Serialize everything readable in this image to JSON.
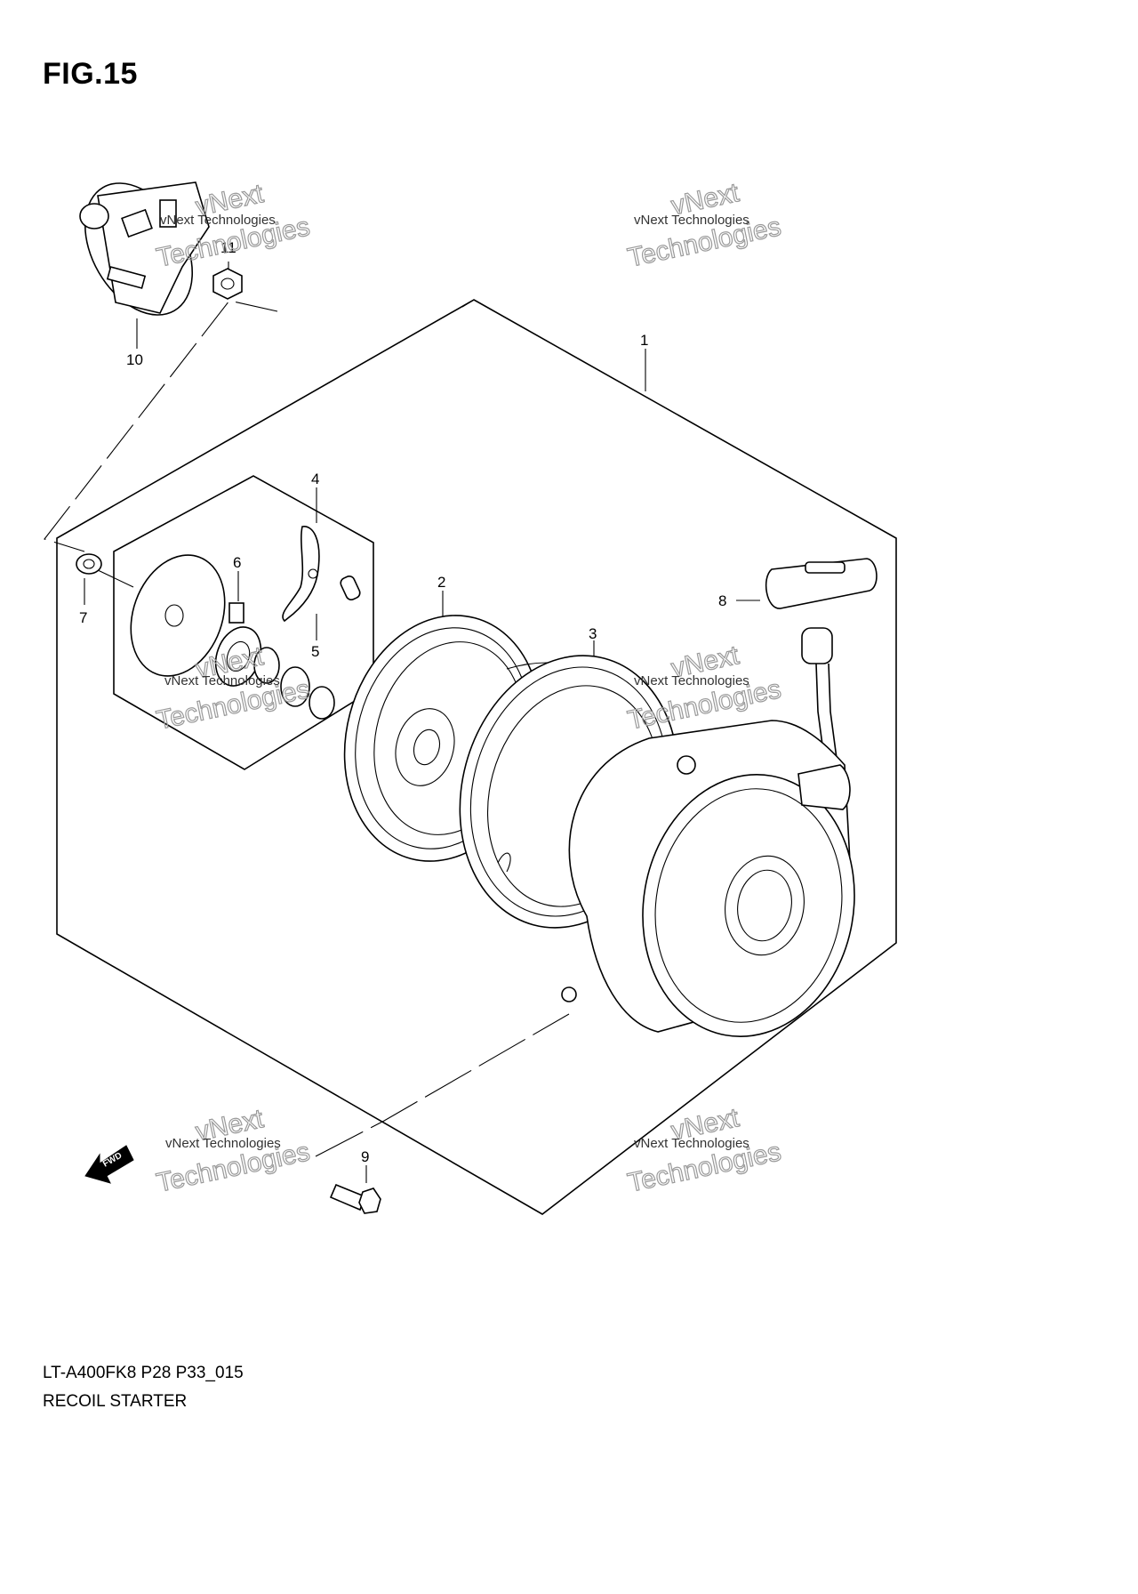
{
  "figure": {
    "title": "FIG.15",
    "model_code": "LT-A400FK8 P28 P33_015",
    "section_name": "RECOIL STARTER"
  },
  "callouts": [
    {
      "id": "1",
      "label": "1"
    },
    {
      "id": "2",
      "label": "2"
    },
    {
      "id": "3",
      "label": "3"
    },
    {
      "id": "4",
      "label": "4"
    },
    {
      "id": "5",
      "label": "5"
    },
    {
      "id": "6",
      "label": "6"
    },
    {
      "id": "7",
      "label": "7"
    },
    {
      "id": "8",
      "label": "8"
    },
    {
      "id": "9",
      "label": "9"
    },
    {
      "id": "10",
      "label": "10"
    },
    {
      "id": "11",
      "label": "11"
    }
  ],
  "watermark": {
    "line_small": "vNext Technologies",
    "line_big_1": "vNext",
    "line_big_2": "Technologies"
  },
  "fwd_arrow": {
    "label": "FWD"
  }
}
